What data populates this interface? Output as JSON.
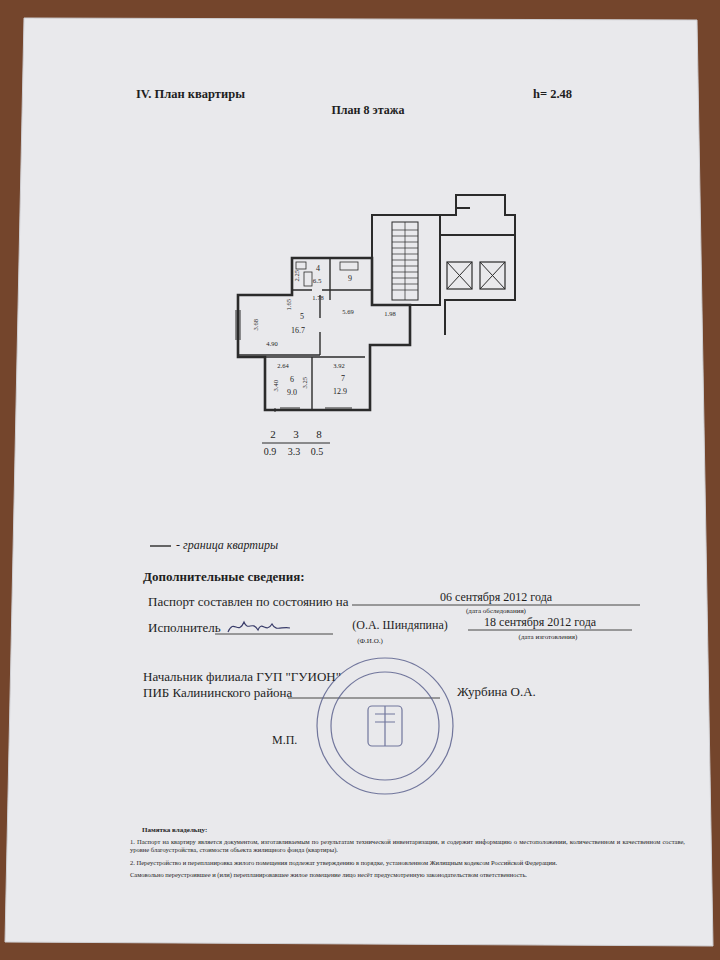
{
  "diagram": {
    "title": "IV. План квартиры",
    "labels": [
      "h= 2.48",
      "План 8 этажа",
      "2.25",
      "4",
      "6.5",
      "9",
      "1.78",
      "1.65",
      "5",
      "16.7",
      "3.68",
      "4.90",
      "5.69",
      "1.98",
      "2.64",
      "6",
      "9.0",
      "3.92",
      "7",
      "12.9",
      "3.40",
      "3.25",
      "2",
      "3",
      "8",
      "0.9",
      "3.3",
      "0.5",
      "Дополнительные сведения:",
      "Паспорт составлен по состоянию на",
      "06 сентября 2012 года",
      "(дата обследования)",
      "Исполнитель",
      "(О.А. Шиндяпина)",
      "18 сентября 2012 года",
      "(дата изготовления)",
      "(Ф.И.О.)",
      "Начальник филиала ГУП \"ГУИОН\"",
      "ПИБ Калининского района",
      "Журбина О.А.",
      "М.П.",
      "Памятка владельцу:",
      "1. Паспорт на квартиру является документом, изготавливаемым по результатам технической инвентаризации, и содержит информацию о местоположении, количественном и качественном составе, уровне благоустройства, стоимости объекта жилищного фонда (квартиры).",
      "2. Переустройство и перепланировка жилого помещения подлежат утверждению в порядке, установленном Жилищным кодексом Российской Федерации.",
      "Самовольно переустроившее и (или) перепланировавшее жилое помещение лицо несёт предусмотренную законодательством ответственность."
    ],
    "legend": [
      {
        "text": "- граница квартиры"
      }
    ]
  }
}
